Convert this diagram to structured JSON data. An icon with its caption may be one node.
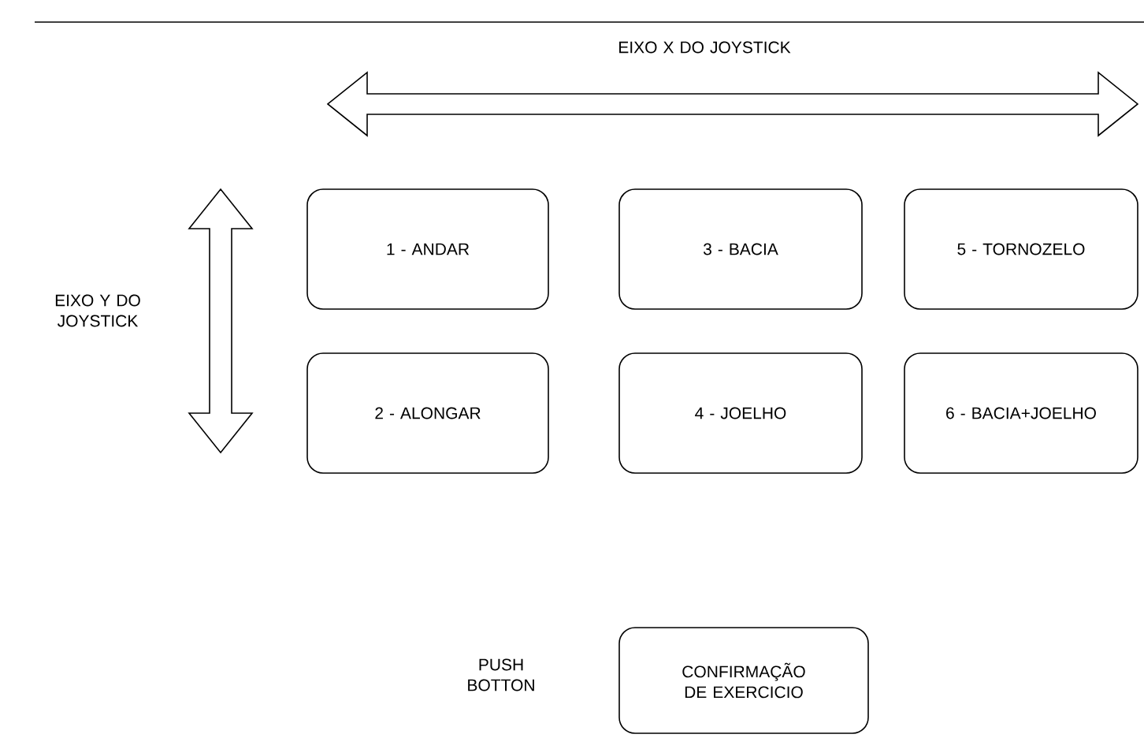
{
  "diagram": {
    "nodes": [
      {
        "text": [
          "1 - ANDAR"
        ]
      },
      {
        "text": [
          "2 - ALONGAR"
        ]
      },
      {
        "text": [
          "3 - BACIA"
        ]
      },
      {
        "text": [
          "4 - JOELHO"
        ]
      },
      {
        "text": [
          "5 - TORNOZELO"
        ]
      },
      {
        "text": [
          "6 - BACIA+JOELHO"
        ]
      },
      {
        "text": [
          "CONFIRMAÇÃO DE EXERCICIO"
        ]
      }
    ],
    "edges": [],
    "labels": [
      "EIXO X DO JOYSTICK",
      "EIXO Y DO JOYSTICK",
      "PUSH BOTTON"
    ]
  }
}
